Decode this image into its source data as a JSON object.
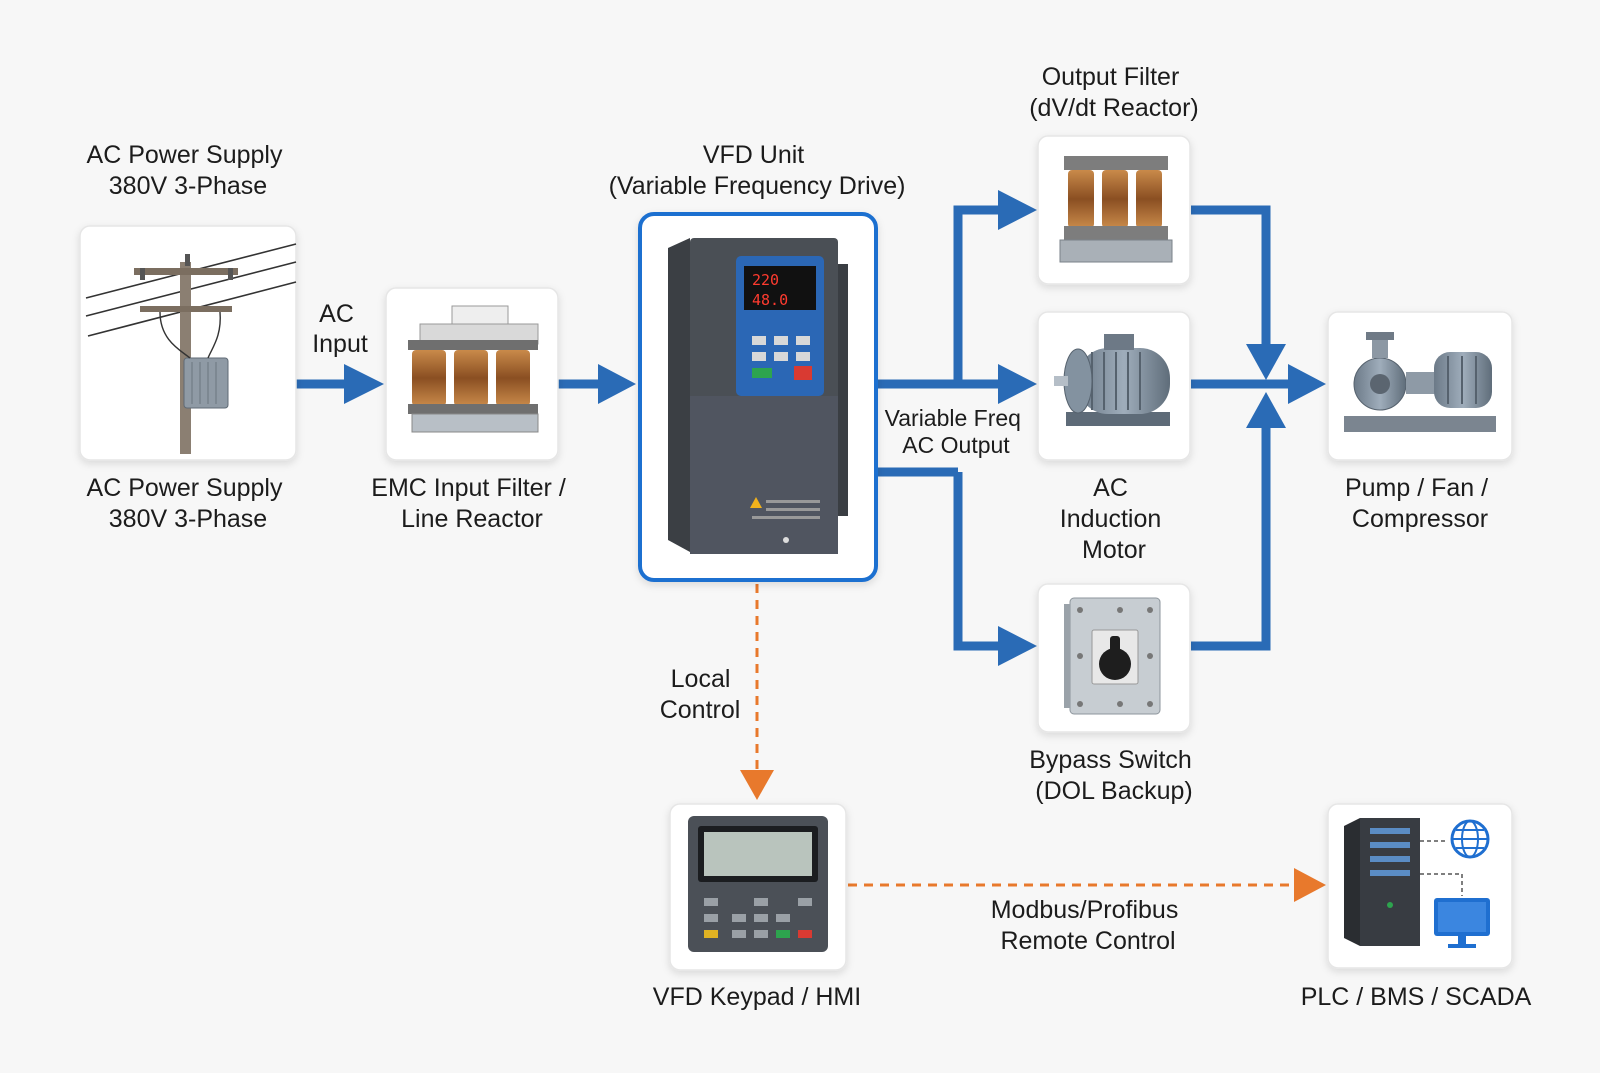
{
  "colors": {
    "flow": "#2a6bb6",
    "control": "#e8792c",
    "highlight": "#1f6fd0",
    "background": "#f7f7f7"
  },
  "nodes": {
    "supply": {
      "label_top": [
        "AC Power Supply",
        "380V 3-Phase"
      ],
      "label": [
        "AC Power Supply",
        "380V 3-Phase"
      ],
      "icon": "utility-pole-transformer-icon"
    },
    "emc": {
      "label": [
        "EMC Input Filter /",
        "Line Reactor"
      ],
      "icon": "three-phase-reactor-icon"
    },
    "vfd": {
      "label": [
        "VFD Unit",
        "(Variable Frequency Drive)"
      ],
      "display": [
        "220",
        "48.0"
      ],
      "icon": "vfd-drive-icon"
    },
    "output_filter": {
      "label": [
        "Output Filter",
        "(dV/dt Reactor)"
      ],
      "icon": "dvdt-reactor-icon"
    },
    "motor": {
      "label": [
        "AC",
        "Induction",
        "Motor"
      ],
      "icon": "induction-motor-icon"
    },
    "bypass": {
      "label": [
        "Bypass Switch",
        "(DOL Backup)"
      ],
      "icon": "rotary-switch-icon"
    },
    "load": {
      "label": [
        "Pump / Fan /",
        "Compressor"
      ],
      "icon": "pump-icon"
    },
    "keypad": {
      "label": [
        "VFD Keypad / HMI"
      ],
      "icon": "keypad-hmi-icon"
    },
    "plc": {
      "label": [
        "PLC / BMS / SCADA"
      ],
      "icon": "server-network-icon"
    }
  },
  "edges": {
    "ac_input": [
      "AC",
      "Input"
    ],
    "vf_output": [
      "Variable Freq",
      "AC Output"
    ],
    "local_control": [
      "Local",
      "Control"
    ],
    "remote_control": [
      "Modbus/Profibus",
      "Remote Control"
    ]
  }
}
